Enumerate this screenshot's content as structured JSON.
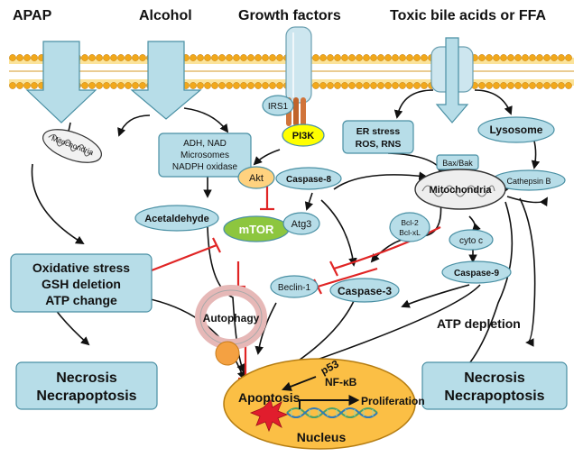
{
  "inputs": {
    "apap": "APAP",
    "alcohol": "Alcohol",
    "growth_factors": "Growth factors",
    "toxic": "Toxic bile acids or FFA"
  },
  "alcohol_metabolism": [
    "ADH, NAD",
    "Microsomes",
    "NADPH oxidase"
  ],
  "nodes": {
    "irs1": "IRS1",
    "pi3k": "PI3K",
    "akt": "Akt",
    "mtor": "mTOR",
    "atg3": "Atg3",
    "beclin1": "Beclin-1",
    "autophagy": "Autophagy",
    "caspase8": "Caspase-8",
    "caspase3": "Caspase-3",
    "caspase9": "Caspase-9",
    "acetaldehyde": "Acetaldehyde",
    "er_stress": [
      "ER stress",
      "ROS, RNS"
    ],
    "lysosome": "Lysosome",
    "cathepsin": "Cathepsin B",
    "bax": "Bax/Bak",
    "mitochondria": "Mitochondria",
    "mito_label": "Mitochondria",
    "bcl": [
      "Bcl-2",
      "Bcl-xL"
    ],
    "cyto_c": "cyto c"
  },
  "stress_box": [
    "Oxidative stress",
    "GSH deletion",
    "ATP change"
  ],
  "necrosis_left": [
    "Necrosis",
    "Necrapoptosis"
  ],
  "necrosis_right": [
    "Necrosis",
    "Necrapoptosis"
  ],
  "atp_depletion": "ATP depletion",
  "nucleus": {
    "p53": "p53",
    "nfkb": "NF-κB",
    "apoptosis": "Apoptosis",
    "proliferation": "Proliferation",
    "label": "Nucleus"
  },
  "colors": {
    "box_fill": "#b7dde8",
    "pi3k": "#ffff00",
    "akt": "#ffd27f",
    "mtor": "#8dc63f",
    "nucleus": "#fbbf45",
    "inhibit": "#e02424",
    "autophagy_ring": "#e6b8b7"
  }
}
